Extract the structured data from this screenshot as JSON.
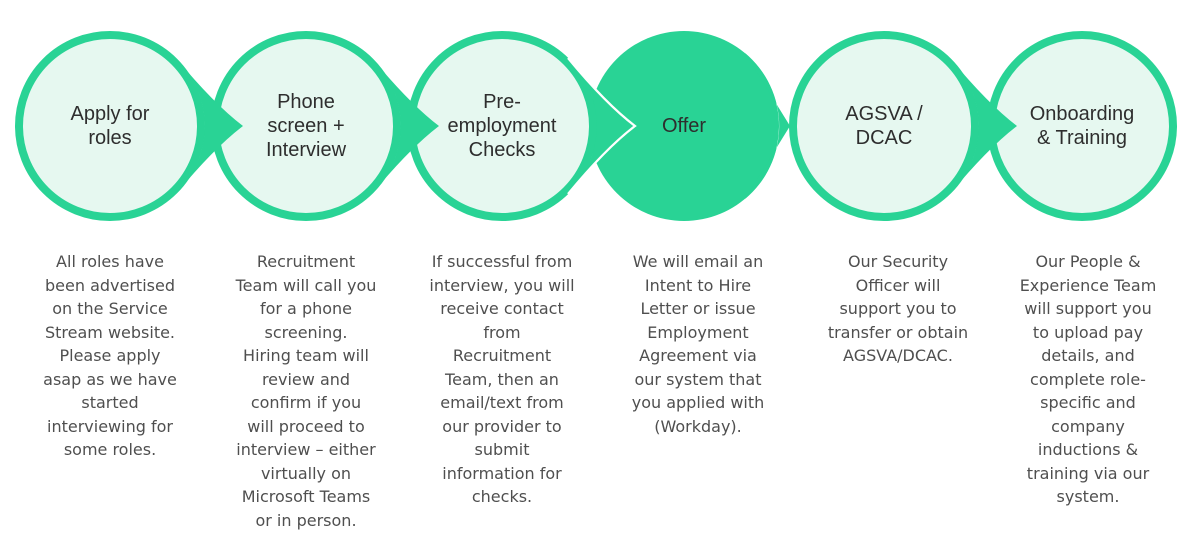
{
  "diagram_name": "hiring-process-flow",
  "colors": {
    "green": "#29d395",
    "mint_fill": "#e6f8f0",
    "label_text": "#2e2e2e",
    "body_text": "#4f4f4f",
    "background": "#ffffff"
  },
  "stages": [
    {
      "label": "Apply for roles",
      "label_lines": [
        "Apply for",
        "roles"
      ],
      "filled": false,
      "description_lines": [
        "All roles have",
        "been advertised",
        "on the Service",
        "Stream website.",
        "Please apply",
        "asap as we have",
        "started",
        "interviewing for",
        "some roles."
      ]
    },
    {
      "label": "Phone screen + Interview",
      "label_lines": [
        "Phone",
        "screen +",
        "Interview"
      ],
      "filled": false,
      "description_lines": [
        "Recruitment",
        "Team will call you",
        "for a phone",
        "screening.",
        "Hiring team will",
        "review and",
        "confirm if you",
        "will proceed to",
        "interview – either",
        "virtually on",
        "Microsoft Teams",
        "or in person."
      ]
    },
    {
      "label": "Pre-employment Checks",
      "label_lines": [
        "Pre-",
        "employment",
        "Checks"
      ],
      "filled": false,
      "description_lines": [
        "If successful from",
        "interview, you will",
        "receive contact",
        "from",
        "Recruitment",
        "Team, then an",
        "email/text from",
        "our provider to",
        "submit",
        "information for",
        "checks."
      ]
    },
    {
      "label": "Offer",
      "label_lines": [
        "Offer"
      ],
      "filled": true,
      "description_lines": [
        "We will email an",
        "Intent to Hire",
        "Letter or issue",
        "Employment",
        "Agreement via",
        "our system that",
        "you applied with",
        "(Workday)."
      ]
    },
    {
      "label": "AGSVA / DCAC",
      "label_lines": [
        "AGSVA /",
        "DCAC"
      ],
      "filled": false,
      "description_lines": [
        "Our Security",
        "Officer will",
        "support you to",
        "transfer or obtain",
        "AGSVA/DCAC."
      ]
    },
    {
      "label": "Onboarding & Training",
      "label_lines": [
        "Onboarding",
        "& Training"
      ],
      "filled": false,
      "description_lines": [
        "Our People &",
        "Experience Team",
        "will support you",
        "to upload pay",
        "details, and",
        "complete role-",
        "specific and",
        "company",
        "inductions &",
        "training via our",
        "system."
      ]
    }
  ]
}
